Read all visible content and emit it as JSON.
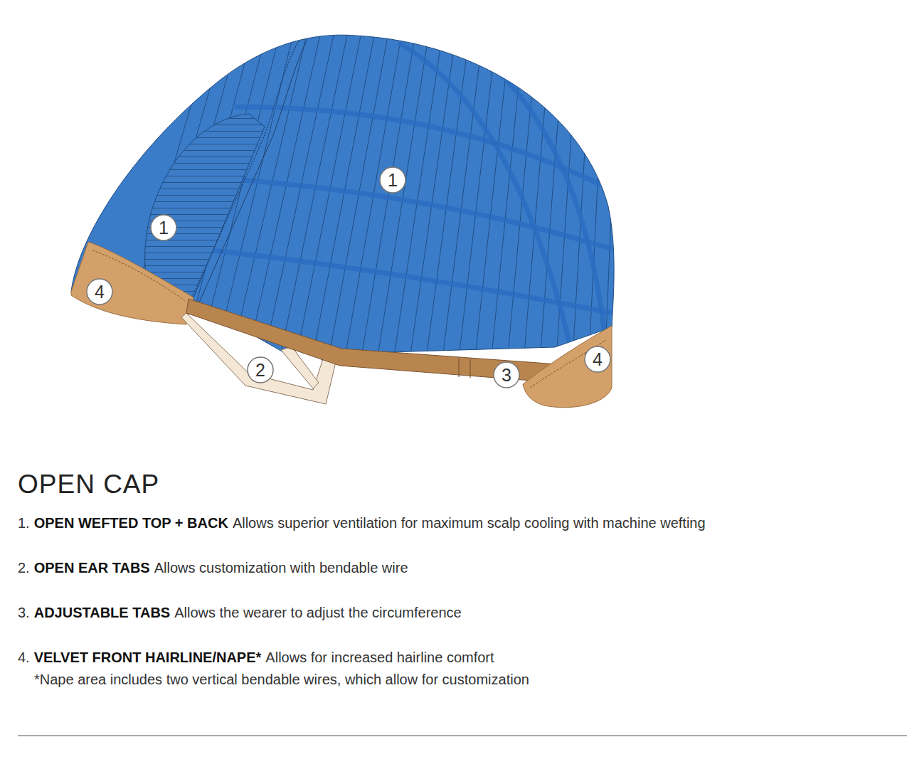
{
  "diagram": {
    "title": "OPEN CAP",
    "labels": [
      "1",
      "1",
      "4",
      "2",
      "3",
      "4",
      "1.",
      "OPEN WEFTED TOP + BACK",
      "Allows superior ventilation for maximum scalp cooling with machine wefting",
      "2.",
      "OPEN EAR TABS",
      "Allows customization with bendable wire",
      "3.",
      "ADJUSTABLE TABS",
      "Allows the wearer to adjust the circumference",
      "4.",
      "VELVET FRONT HAIRLINE/NAPE*",
      "Allows for increased hairline comfort",
      "*Nape area includes two vertical bendable wires, which allow for customization"
    ]
  }
}
